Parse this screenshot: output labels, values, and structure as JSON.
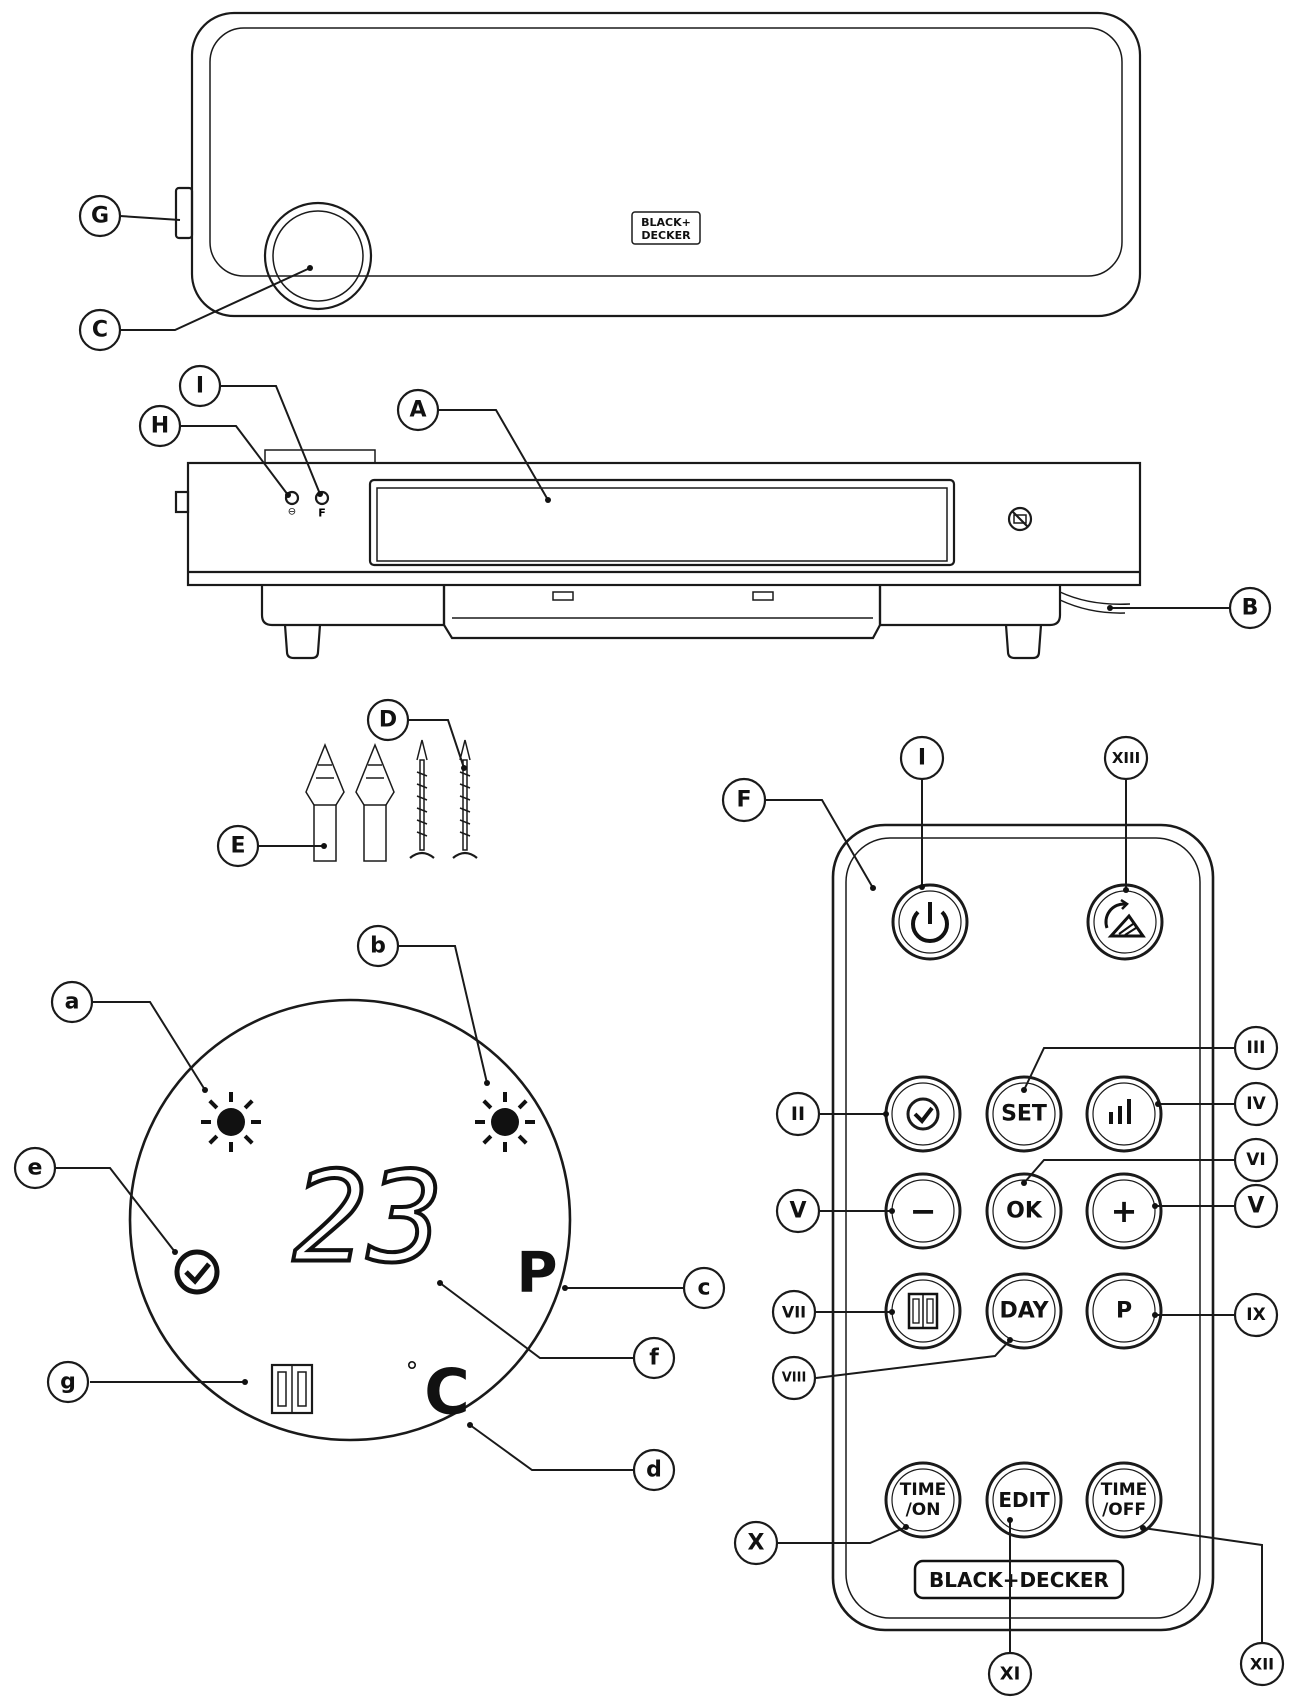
{
  "brand": {
    "heater_logo": [
      "BLACK+",
      "DECKER"
    ],
    "remote_logo": "BLACK+DECKER"
  },
  "heater": {
    "callouts": {
      "A": "A",
      "B": "B",
      "C": "C",
      "G": "G",
      "H": "H",
      "I": "I"
    },
    "led_labels": {
      "h": "⊖",
      "f": "F"
    }
  },
  "fixings": {
    "callouts": {
      "D": "D",
      "E": "E"
    }
  },
  "display": {
    "temperature": "23",
    "program_letter": "P",
    "unit_degree": "°",
    "unit_letter": "C",
    "callouts": {
      "a": "a",
      "b": "b",
      "c": "c",
      "d": "d",
      "e": "e",
      "f": "f",
      "g": "g"
    }
  },
  "remote": {
    "buttons": {
      "set": "SET",
      "ok": "OK",
      "minus": "−",
      "plus": "+",
      "day": "DAY",
      "p": "P",
      "time_on": [
        "TIME",
        "/ON"
      ],
      "edit": "EDIT",
      "time_off": [
        "TIME",
        "/OFF"
      ]
    },
    "callouts": {
      "F": "F",
      "I": "I",
      "XIII": "XIII",
      "II": "II",
      "III": "III",
      "IV": "IV",
      "V_left": "V",
      "V_right": "V",
      "VI": "VI",
      "VII": "VII",
      "VIII": "VIII",
      "IX": "IX",
      "X": "X",
      "XI": "XI",
      "XII": "XII"
    }
  },
  "icons": [
    "power-icon",
    "swing-icon",
    "clock-icon",
    "fan-bars-icon",
    "window-icon",
    "sun-icon",
    "no-cover-icon"
  ]
}
